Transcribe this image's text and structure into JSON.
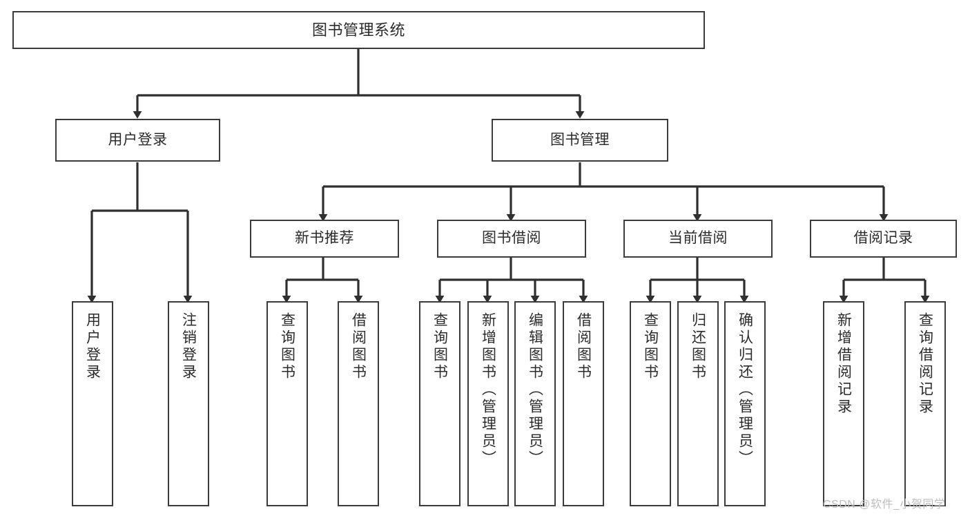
{
  "diagram": {
    "title": "图书管理系统",
    "type": "功能结构图",
    "colors": {
      "box_border": "#3a3a3a",
      "box_fill": "#ffffff",
      "connector": "#2f2f2f",
      "text": "#2b2b2b",
      "watermark": "#bdbdbd",
      "background": "#ffffff"
    },
    "watermark": "CSDN @软件_小贺同学",
    "nodes": {
      "root": {
        "label": "图书管理系统"
      },
      "level2": [
        {
          "id": "user-login",
          "label": "用户登录"
        },
        {
          "id": "book-manage",
          "label": "图书管理"
        }
      ],
      "level3": [
        {
          "id": "new-book-recommend",
          "label": "新书推荐"
        },
        {
          "id": "book-borrow",
          "label": "图书借阅"
        },
        {
          "id": "current-borrow",
          "label": "当前借阅"
        },
        {
          "id": "borrow-record",
          "label": "借阅记录"
        }
      ],
      "leaves": {
        "user-login": [
          {
            "id": "leaf-user-login",
            "label": "用户登录"
          },
          {
            "id": "leaf-logout-login",
            "label": "注销登录"
          }
        ],
        "new-book-recommend": [
          {
            "id": "leaf-query-book-1",
            "label": "查询图书"
          },
          {
            "id": "leaf-borrow-book-1",
            "label": "借阅图书"
          }
        ],
        "book-borrow": [
          {
            "id": "leaf-query-book-2",
            "label": "查询图书"
          },
          {
            "id": "leaf-add-book",
            "label": "新增图书（管理员）"
          },
          {
            "id": "leaf-edit-book",
            "label": "编辑图书（管理员）"
          },
          {
            "id": "leaf-borrow-book-2",
            "label": "借阅图书"
          }
        ],
        "current-borrow": [
          {
            "id": "leaf-query-book-3",
            "label": "查询图书"
          },
          {
            "id": "leaf-return-book",
            "label": "归还图书"
          },
          {
            "id": "leaf-confirm-return",
            "label": "确认归还（管理员）"
          }
        ],
        "borrow-record": [
          {
            "id": "leaf-add-record",
            "label": "新增借阅记录"
          },
          {
            "id": "leaf-query-record",
            "label": "查询借阅记录"
          }
        ]
      }
    }
  }
}
